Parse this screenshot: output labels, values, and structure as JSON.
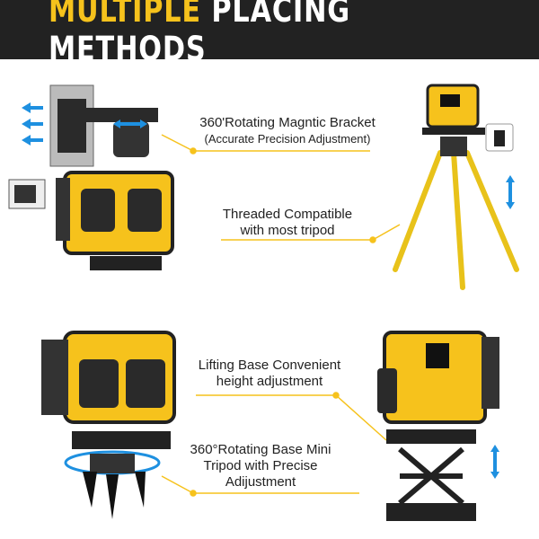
{
  "header": {
    "title_highlight": "MULTIPLE",
    "title_rest": "PLACING METHODS"
  },
  "features": [
    {
      "line1": "360'Rotating Magntic Bracket",
      "line2": "(Accurate Precision Adjustment)"
    },
    {
      "line1": "Threaded Compatible",
      "line2": "with most tripod"
    },
    {
      "line1": "Lifting Base Convenient",
      "line2": "height adjustment"
    },
    {
      "line1": "360°Rotating Base Mini",
      "line2": "Tripod with Precise",
      "line3": "Adijustment"
    }
  ],
  "colors": {
    "accent": "#f6c21c",
    "header_bg": "#222222",
    "arrow": "#1e90e0",
    "body": "#2a2a2a"
  }
}
